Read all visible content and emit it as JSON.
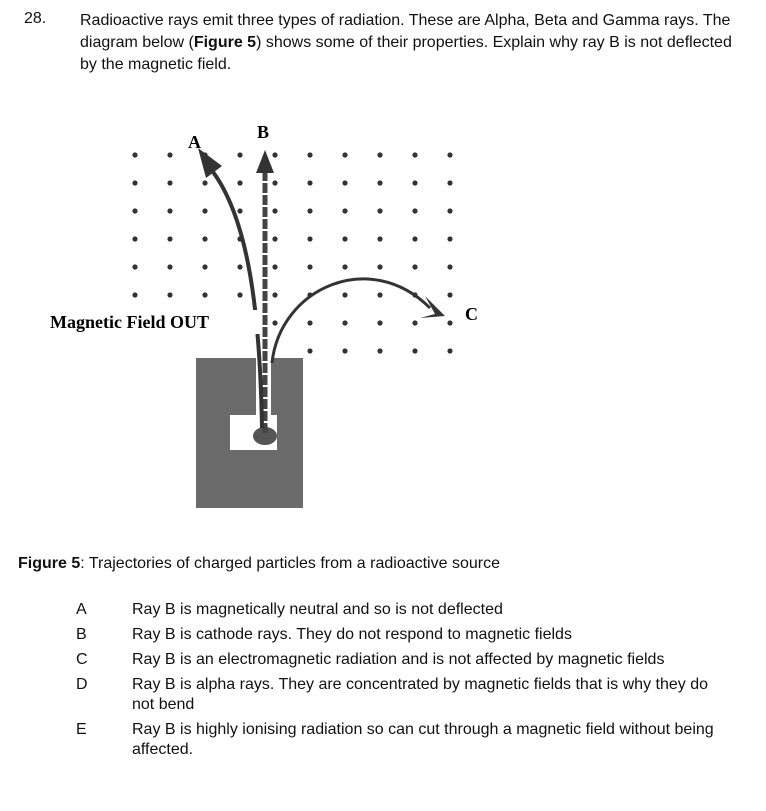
{
  "question": {
    "number": "28.",
    "text_part1": "Radioactive rays emit three types of radiation. These are Alpha, Beta and Gamma rays. The diagram below (",
    "figure_ref": "Figure 5",
    "text_part2": ") shows some of their properties. Explain why ray B is not deflected by the magnetic field."
  },
  "figure": {
    "label_a": "A",
    "label_b": "B",
    "label_c": "C",
    "field_label": "Magnetic Field OUT"
  },
  "caption": {
    "label": "Figure 5",
    "text": ": Trajectories of charged particles from a radioactive source"
  },
  "options": [
    {
      "letter": "A",
      "text": "Ray B is magnetically neutral and so is not deflected"
    },
    {
      "letter": "B",
      "text": "Ray B is cathode rays. They do not respond to magnetic fields"
    },
    {
      "letter": "C",
      "text": "Ray B is an electromagnetic radiation and is not affected by magnetic fields"
    },
    {
      "letter": "D",
      "text": "Ray B is alpha rays. They are concentrated by magnetic fields that is why they do not bend"
    },
    {
      "letter": "E",
      "text": "Ray B is highly ionising radiation so can cut through a magnetic field without being affected."
    }
  ]
}
